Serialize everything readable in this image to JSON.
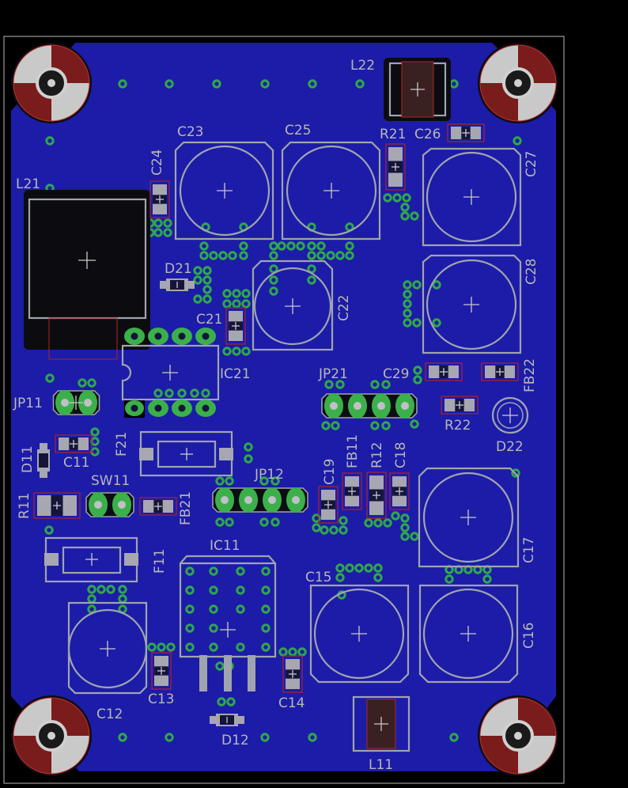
{
  "board": {
    "colors": {
      "background": "#000000",
      "copper": "#1c1ca8",
      "silk": "#a0a4ae",
      "pad_green": "#3bb04a",
      "keepout": "#b02424"
    }
  },
  "designators": {
    "L22": "L22",
    "C26": "C26",
    "R21": "R21",
    "C23": "C23",
    "C25": "C25",
    "C24": "C24",
    "C27": "C27",
    "L21": "L21",
    "D21": "D21",
    "C28": "C28",
    "C22": "C22",
    "C21": "C21",
    "IC21": "IC21",
    "JP21": "JP21",
    "C29": "C29",
    "FB22": "FB22",
    "JP11": "JP11",
    "R22": "R22",
    "D22": "D22",
    "F21": "F21",
    "C11": "C11",
    "D11": "D11",
    "C19": "C19",
    "FB11": "FB11",
    "R12": "R12",
    "C18": "C18",
    "JP12": "JP12",
    "SW11": "SW11",
    "R11": "R11",
    "FB21": "FB21",
    "IC11": "IC11",
    "F11": "F11",
    "C17": "C17",
    "C15": "C15",
    "C16": "C16",
    "C12": "C12",
    "C13": "C13",
    "C14": "C14",
    "D12": "D12",
    "L11": "L11"
  }
}
